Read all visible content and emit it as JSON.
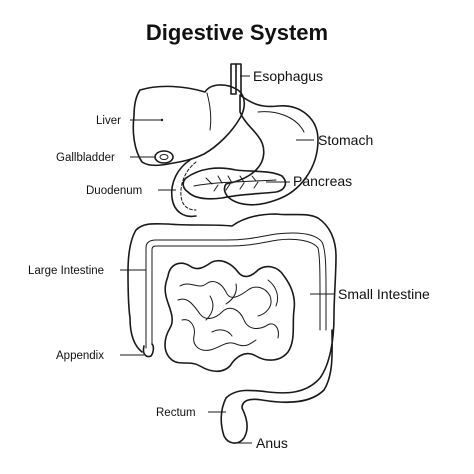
{
  "title": "Digestive System",
  "labels": {
    "esophagus": "Esophagus",
    "liver": "Liver",
    "stomach": "Stomach",
    "gallbladder": "Gallbladder",
    "pancreas": "Pancreas",
    "duodenum": "Duodenum",
    "large_intestine": "Large Intestine",
    "small_intestine": "Small Intestine",
    "appendix": "Appendix",
    "rectum": "Rectum",
    "anus": "Anus"
  }
}
